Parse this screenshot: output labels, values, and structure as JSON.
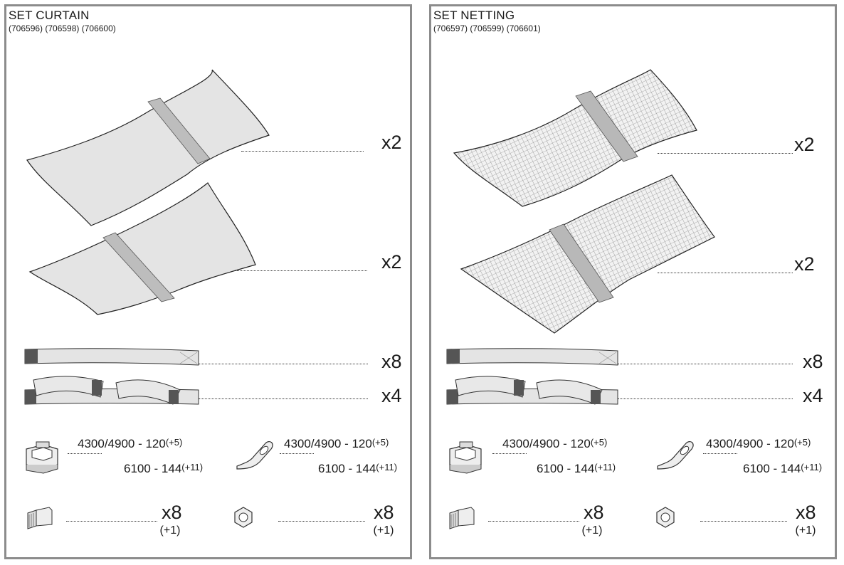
{
  "left": {
    "title": "SET CURTAIN",
    "codes": "(706596) (706598) (706600)",
    "fabric_qty_1": "x2",
    "fabric_qty_2": "x2",
    "strap_qty": "x8",
    "strap_loop_qty": "x4",
    "clip_len_1": "4300/4900 - 120",
    "clip_add_1": "(+5)",
    "clip_len_2": "6100 - 144",
    "clip_add_2": "(+11)",
    "hook_len_1": "4300/4900 - 120",
    "hook_add_1": "(+5)",
    "hook_len_2": "6100 - 144",
    "hook_add_2": "(+11)",
    "bolt_qty": "x8",
    "bolt_spare": "(+1)",
    "nut_qty": "x8",
    "nut_spare": "(+1)"
  },
  "right": {
    "title": "SET NETTING",
    "codes": "(706597) (706599) (706601)",
    "fabric_qty_1": "x2",
    "fabric_qty_2": "x2",
    "strap_qty": "x8",
    "strap_loop_qty": "x4",
    "clip_len_1": "4300/4900 - 120",
    "clip_add_1": "(+5)",
    "clip_len_2": "6100 - 144",
    "clip_add_2": "(+11)",
    "hook_len_1": "4300/4900 - 120",
    "hook_add_1": "(+5)",
    "hook_len_2": "6100 - 144",
    "hook_add_2": "(+11)",
    "bolt_qty": "x8",
    "bolt_spare": "(+1)",
    "nut_qty": "x8",
    "nut_spare": "(+1)"
  },
  "colors": {
    "border": "#8c8c8c",
    "fabric": "#e4e4e4",
    "seam": "#bdbdbd",
    "strap_end": "#555555"
  },
  "icons": [
    "curtain-sheet-icon",
    "netting-sheet-icon",
    "strap-icon",
    "strap-loop-icon",
    "clip-icon",
    "hook-icon",
    "bolt-icon",
    "nut-icon"
  ]
}
